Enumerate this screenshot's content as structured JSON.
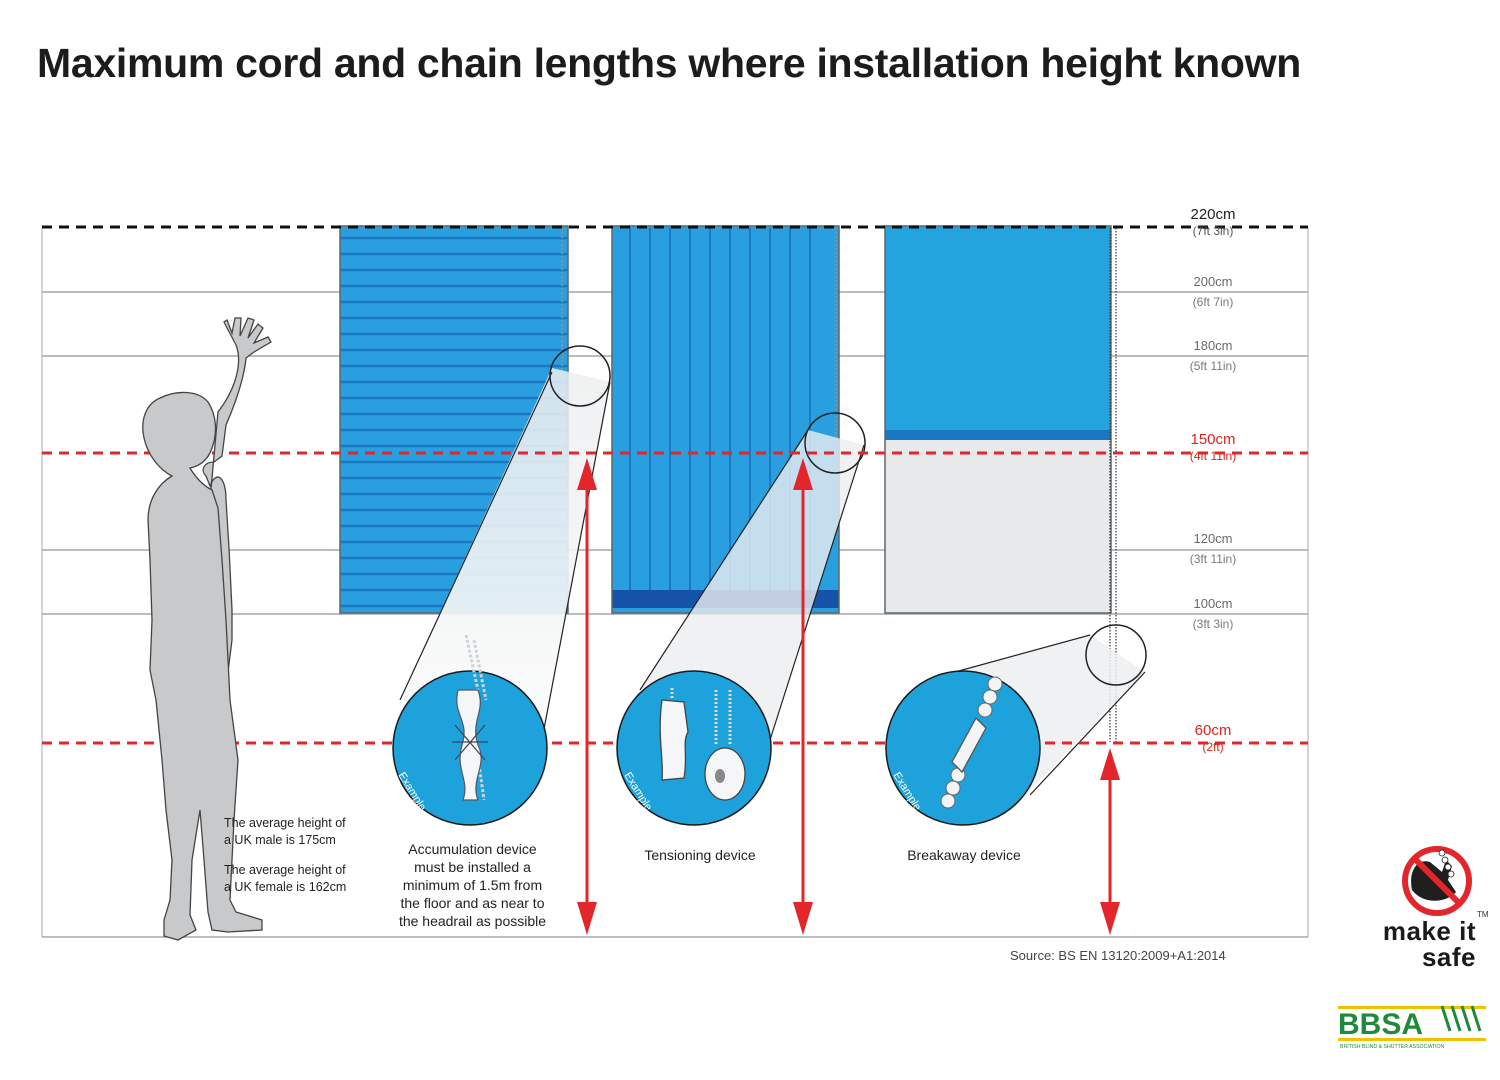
{
  "title": "Maximum cord and chain lengths where installation height known",
  "height_labels": [
    {
      "cm": "220cm",
      "imperial": "(7ft 3in)",
      "style": "black-dashed"
    },
    {
      "cm": "200cm",
      "imperial": "(6ft 7in)",
      "style": "grey"
    },
    {
      "cm": "180cm",
      "imperial": "(5ft 11in)",
      "style": "grey"
    },
    {
      "cm": "150cm",
      "imperial": "(4ft 11in)",
      "style": "red-dashed"
    },
    {
      "cm": "120cm",
      "imperial": "(3ft 11in)",
      "style": "grey"
    },
    {
      "cm": "100cm",
      "imperial": "(3ft 3in)",
      "style": "grey"
    },
    {
      "cm": "60cm",
      "imperial": "(2ft)",
      "style": "red-dashed"
    }
  ],
  "height_notes": [
    "The average height of a UK male is 175cm",
    "The average height of a UK female is 162cm"
  ],
  "devices": [
    {
      "caption": "Accumulation device must be installed a minimum of 1.5m from the floor and as near to the headrail as possible",
      "tag": "Example"
    },
    {
      "caption": "Tensioning device",
      "tag": "Example"
    },
    {
      "caption": "Breakaway device",
      "tag": "Example"
    }
  ],
  "source": "Source: BS EN 13120:2009+A1:2014",
  "logos": {
    "make_it_safe": "make it safe",
    "trademark": "TM",
    "bbsa": "BBSA",
    "bbsa_sub": "BRITISH BLIND & SHUTTER ASSOCIATION"
  },
  "colors": {
    "blind_blue": "#29a6df",
    "slat_blue": "#1e88d0",
    "danger_red": "#e3262b",
    "bbsa_green": "#1f8a3c",
    "bbsa_yellow": "#f2c200",
    "figure_grey": "#c8c9cb"
  }
}
